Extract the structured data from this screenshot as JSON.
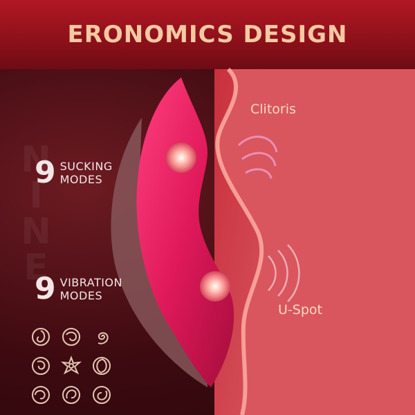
{
  "header": {
    "title": "ERONOMICS DESIGN"
  },
  "watermark": {
    "letters": [
      "N",
      "I",
      "N",
      "E"
    ]
  },
  "modes": {
    "sucking": {
      "count": "9",
      "line1": "SUCKING",
      "line2": "MODES"
    },
    "vibration": {
      "count": "9",
      "line1": "VIBRATION",
      "line2": "MODES"
    }
  },
  "labels": {
    "clitoris": "Clitoris",
    "uspot": "U-Spot"
  },
  "colors": {
    "header": "#b11824",
    "title": "#f5c9a4",
    "device": "#e0195a",
    "body_panel": "#c9303d",
    "label": "#f7d9c0"
  },
  "mode_icons": [
    "swirl-icon",
    "swirl-icon",
    "spiral-icon",
    "swirl-icon",
    "flower-swirl-icon",
    "swirl-icon",
    "swirl-icon",
    "swirl-icon",
    "swirl-icon"
  ]
}
